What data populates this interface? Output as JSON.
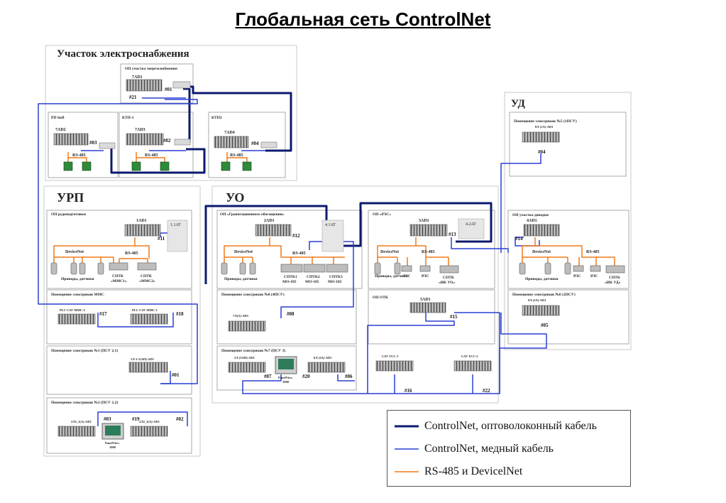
{
  "title": "Глобальная сеть ControlNet",
  "colors": {
    "fiber": "#0c1a6e",
    "copper": "#2a3fd4",
    "rs485": "#f07a1a",
    "region_border": "#c8c8c8",
    "box_border": "#aaaaaa",
    "device_fill": "#a9a9a9",
    "tap_fill": "#dadada"
  },
  "regions": {
    "power": "Участок электроснабжения",
    "ud": "УД",
    "urp": "УРП",
    "uo": "УО"
  },
  "sections": {
    "op_power": "ОП участка энергоснабжения",
    "rp6": "РП 6кВ",
    "ktp1": "КТП-1",
    "ktp2": "КТП2",
    "op_rudo": "ОП рудоподготовки",
    "mms": "Помещение электриков ММС",
    "room1": "Помещение электриков №1 (ПСУ 2.1)",
    "room2": "Помещение электриков №2 (ПСУ 2.2)",
    "op_grav": "ОП «Гравитационного обогащения»",
    "room8": "Помещение электриков №8 (4ПСУ)",
    "room7": "Помещение электриков №7 (ПСУ 3)",
    "op_rls": "ОП «РЛС»",
    "op_otk": "ОП ОТК",
    "room5": "Помещение электриков №5 (1ПСУ)",
    "op_dovodka": "ОП участка доводки",
    "room6": "Помещение электриков №6 (2ПСУ)"
  },
  "devices": {
    "ad1_7": "7AD1",
    "ad2_7": "7AD2",
    "ad3_7": "7AD3",
    "ad4_7": "7AD4",
    "ad1_1": "1AD1",
    "ad1_2": "2AD1",
    "ad1_3": "3AD1",
    "ad1_4": "4AD1",
    "ad1_5": "5AD1",
    "at11": "1.1AT",
    "at41": "4.1AT",
    "at42": "4.2AT",
    "plc_mms2": "PLC САУ ММС-2",
    "plc_mms1": "PLC САУ ММС-1",
    "psu21": "1Л-1-1(АП)-AD1",
    "psu22a": "2Л2_1(А)-AD1",
    "psu22b": "2Л2_1(А)-AD1",
    "psu8": "7Л(А)-AD1",
    "psu3a": "5Л (3АП)-AD1",
    "psu3b": "6Л (3А)-AD1",
    "psu1": "8Л (1А)-AD1",
    "psu2": "9Л (2А)-AD1",
    "sau1": "САУ ТСС-1",
    "sau2": "САУ ТСС-2",
    "panelview": "PanelView",
    "panelview_num": "1000"
  },
  "field": {
    "devicenet": "DeviceNet",
    "rs485": "RS-485",
    "drives": "Приводы, датчики",
    "sptk_mms1_a": "СПТК",
    "sptk_mms1_b": "«ММС1»",
    "sptk_mms2_a": "СПТК",
    "sptk_mms2_b": "«ММС2»",
    "sptk1_a": "СПТК1",
    "sptk1_b": "МО-105",
    "sptk2_a": "СПТК2",
    "sptk2_b": "МО-105",
    "sptk3_a": "СПТК3",
    "sptk3_b": "МО-105",
    "rls": "РЛС",
    "sptk_ikuo_a": "СПТК",
    "sptk_ikuo_b": "«ИК УО»",
    "sptk_ikud_a": "СПТК",
    "sptk_ikud_b": "«ИК УД»"
  },
  "nodes": {
    "n01a": "#01",
    "n21": "#21",
    "n03a": "#03",
    "n02a": "#02",
    "n04a": "#04",
    "n04b": "#04",
    "n11": "#11",
    "n12": "#12",
    "n13": "#13",
    "n14": "#14",
    "n17": "#17",
    "n18": "#18",
    "n01b": "#01",
    "n03b": "#03",
    "n19": "#19",
    "n02b": "#02",
    "n08": "#08",
    "n07": "#07",
    "n20": "#20",
    "n06": "#06",
    "n15": "#15",
    "n16": "#16",
    "n22": "#22",
    "n05": "#05"
  },
  "legend": {
    "fiber": "ControlNet, оптоволоконный кабель",
    "copper": "ControlNet, медный кабель",
    "rs485": "RS-485 и DevicelNet"
  }
}
